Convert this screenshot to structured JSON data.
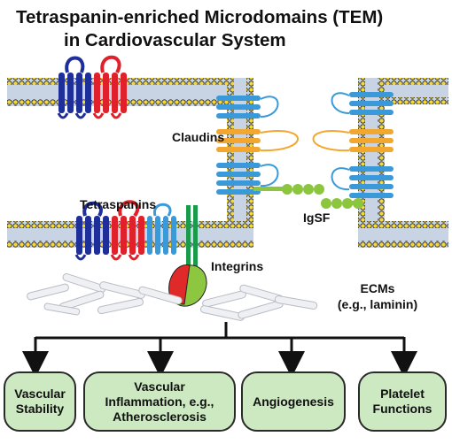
{
  "title": {
    "line1": "Tetraspanin-enriched Microdomains (TEM)",
    "line2": "in Cardiovascular System"
  },
  "labels": {
    "claudins": "Claudins",
    "tetraspanins": "Tetraspanins",
    "igsf": "IgSF",
    "integrins": "Integrins",
    "ecms": "ECMs",
    "ecms_example": "(e.g., laminin)"
  },
  "functions": [
    {
      "label": "Vascular\nStability"
    },
    {
      "label": "Vascular\nInflammation, e.g.,\nAtherosclerosis"
    },
    {
      "label": "Angiogenesis"
    },
    {
      "label": "Platelet\nFunctions"
    }
  ],
  "colors": {
    "tetraspanin_dark": "#1f2f9a",
    "tetraspanin_red": "#e0202a",
    "claudin_blue": "#3a9ad9",
    "claudin_orange": "#f2a830",
    "igsf_green": "#8cc63f",
    "integrin_green": "#8dc63f",
    "integrin_red": "#e02a2a",
    "lipid_head": "#f5d83a",
    "membrane_core": "#c8d4e4",
    "function_box": "#cde9c2"
  }
}
